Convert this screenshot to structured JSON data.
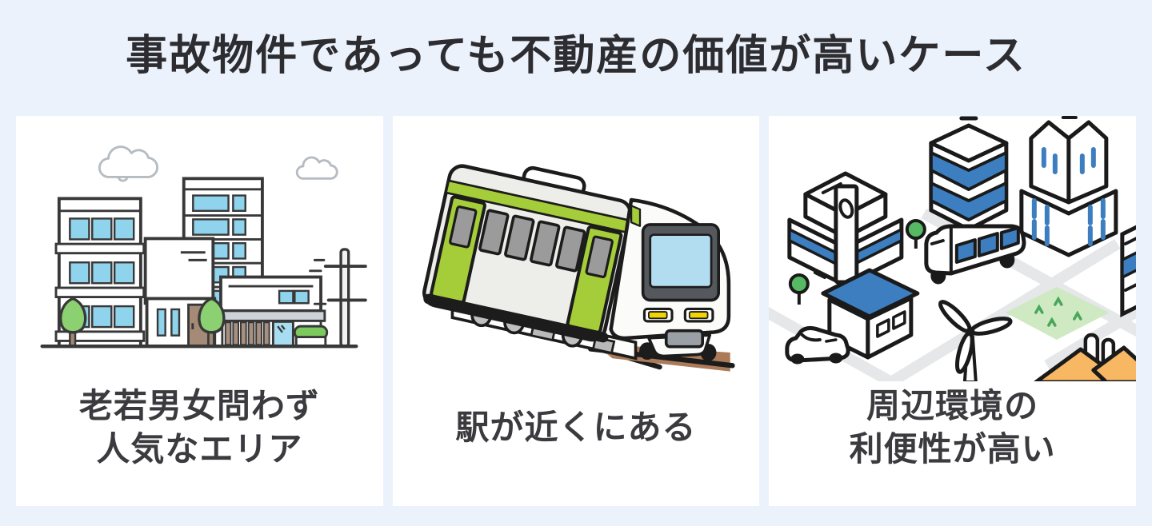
{
  "title": "事故物件であっても不動産の価値が高いケース",
  "cards": [
    {
      "id": "popular-area",
      "illustration": "cityscape-town",
      "caption_lines": [
        "老若男女問わず",
        "人気なエリア"
      ]
    },
    {
      "id": "station-nearby",
      "illustration": "train",
      "caption_lines": [
        "駅が近くにある",
        ""
      ]
    },
    {
      "id": "convenient-surroundings",
      "illustration": "isometric-city-map",
      "caption_lines": [
        "周辺環境の",
        "利便性が高い"
      ]
    }
  ],
  "colors": {
    "background": "#ebf2fc",
    "card": "#ffffff",
    "title_text": "#2d2d31",
    "caption_text": "#3b3b3f",
    "outline": "#1c1c1c",
    "window_blue": "#8fd3ec",
    "accent_blue": "#3c7ec0",
    "train_green": "#a5cd39",
    "tree_green": "#8bd171",
    "park_green": "#cfe9c3",
    "orange": "#f7b763",
    "track_brown": "#ab7a58",
    "awning_gray": "#ccd2d7",
    "door_brown": "#a58a77"
  }
}
